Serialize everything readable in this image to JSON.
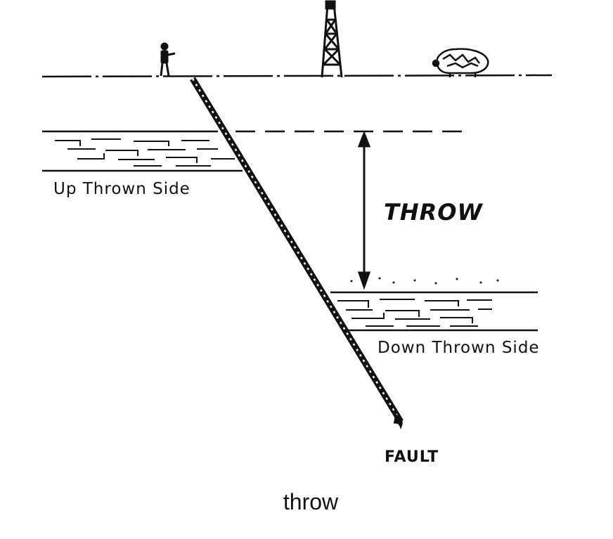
{
  "diagram": {
    "labels": {
      "up_thrown": "Up Thrown Side",
      "throw": "THROW",
      "down_thrown": "Down Thrown Side",
      "fault": "FAULT"
    },
    "caption": "throw",
    "icons": [
      "person-icon",
      "derrick-icon",
      "bison-icon"
    ],
    "colors": {
      "ink": "#111111",
      "background": "#ffffff"
    }
  }
}
